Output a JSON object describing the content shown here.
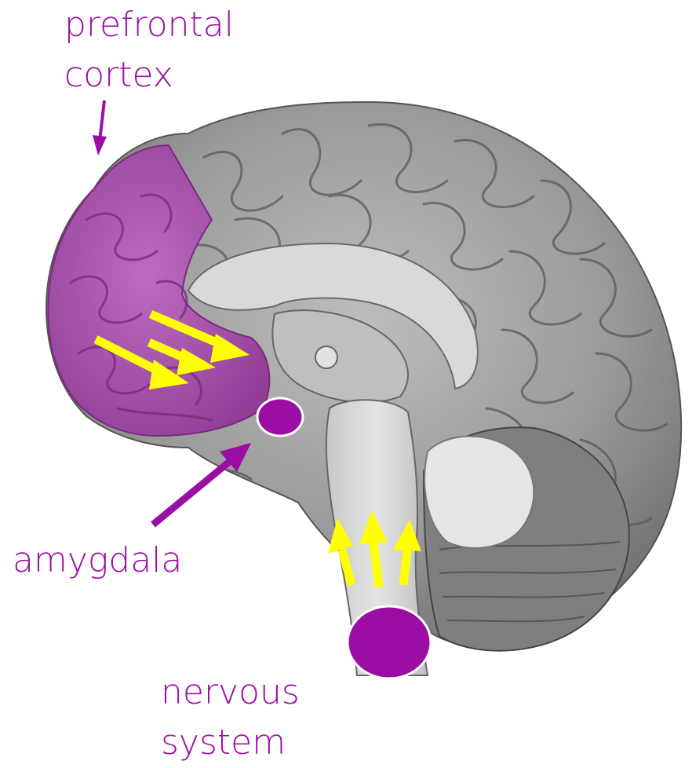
{
  "labels": {
    "prefrontal_cortex": [
      "prefrontal",
      "cortex"
    ],
    "amygdala": "amygdala",
    "nervous_system": [
      "nervous",
      "system"
    ]
  },
  "colors": {
    "highlight": "#9b0ea3",
    "prefrontal_fill": "#a44aa9",
    "signal_arrows": "#ffff00",
    "brain_gray": "#8c8c8c",
    "brain_light": "#d8d8d8"
  }
}
